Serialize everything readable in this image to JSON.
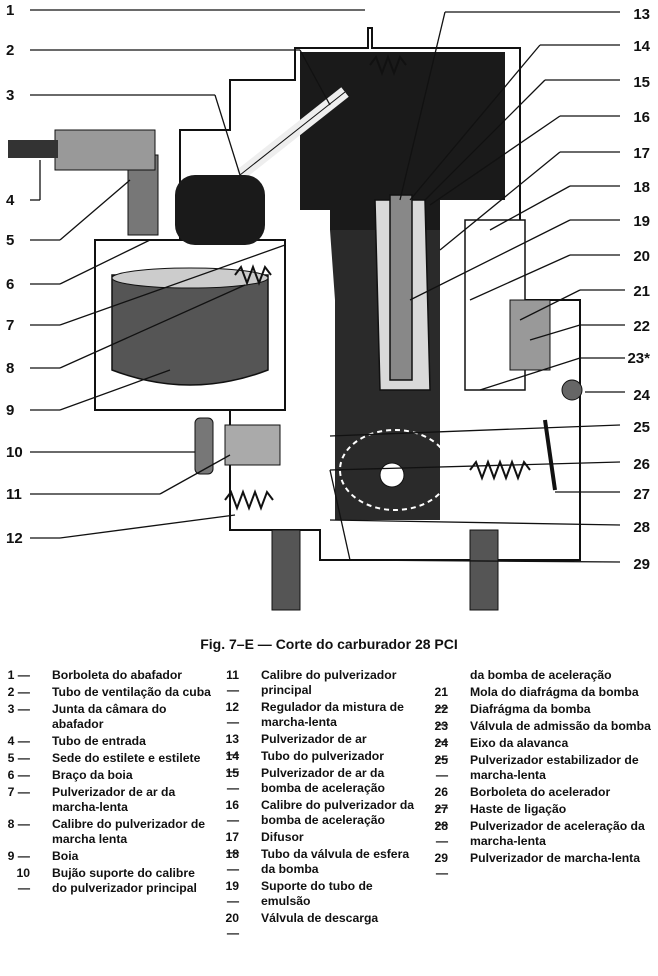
{
  "figure": {
    "caption": "Fig. 7–E — Corte do carburador 28 PCI",
    "callouts_left": [
      "1",
      "2",
      "3",
      "4",
      "5",
      "6",
      "7",
      "8",
      "9",
      "10",
      "11",
      "12"
    ],
    "callouts_right": [
      "13",
      "14",
      "15",
      "16",
      "17",
      "18",
      "19",
      "20",
      "21",
      "22",
      "23*",
      "24",
      "25",
      "26",
      "27",
      "28",
      "29"
    ]
  },
  "legend": {
    "col1": [
      {
        "num": "1",
        "text": "Borboleta do abafador"
      },
      {
        "num": "2",
        "text": "Tubo de ventilação da cuba"
      },
      {
        "num": "3",
        "text": "Junta da câmara do abafador"
      },
      {
        "num": "4",
        "text": "Tubo de entrada"
      },
      {
        "num": "5",
        "text": "Sede do estilete e estilete"
      },
      {
        "num": "6",
        "text": "Braço da boia"
      },
      {
        "num": "7",
        "text": "Pulverizador de ar da marcha-lenta"
      },
      {
        "num": "8",
        "text": "Calibre do pulverizador de marcha lenta"
      },
      {
        "num": "9",
        "text": "Boia"
      },
      {
        "num": "10",
        "text": "Bujão suporte do calibre do pulverizador principal"
      }
    ],
    "col2": [
      {
        "num": "11",
        "text": "Calibre do pulverizador principal"
      },
      {
        "num": "12",
        "text": "Regulador da mistura de marcha-lenta"
      },
      {
        "num": "13",
        "text": "Pulverizador de ar"
      },
      {
        "num": "14",
        "text": "Tubo do pulverizador"
      },
      {
        "num": "15",
        "text": "Pulverizador de ar da bomba de aceleração"
      },
      {
        "num": "16",
        "text": "Calibre do pulverizador da bomba de aceleração"
      },
      {
        "num": "17",
        "text": "Difusor"
      },
      {
        "num": "18",
        "text": "Tubo da válvula de esfera da bomba"
      },
      {
        "num": "19",
        "text": "Suporte do tubo de emulsão"
      },
      {
        "num": "20",
        "text": "Válvula de descarga"
      }
    ],
    "col3": [
      {
        "num": "",
        "text": "da bomba de aceleração"
      },
      {
        "num": "21",
        "text": "Mola do diafrágma da bomba"
      },
      {
        "num": "22",
        "text": "Diafrágma da bomba"
      },
      {
        "num": "23",
        "text": "Válvula de admissão da bomba"
      },
      {
        "num": "24",
        "text": "Eixo da alavanca"
      },
      {
        "num": "25",
        "text": "Pulverizador estabilizador de marcha-lenta"
      },
      {
        "num": "26",
        "text": "Borboleta do acelerador"
      },
      {
        "num": "27",
        "text": "Haste de ligação"
      },
      {
        "num": "28",
        "text": "Pulverizador de aceleração da marcha-lenta"
      },
      {
        "num": "29",
        "text": "Pulverizador de marcha-lenta"
      }
    ]
  }
}
